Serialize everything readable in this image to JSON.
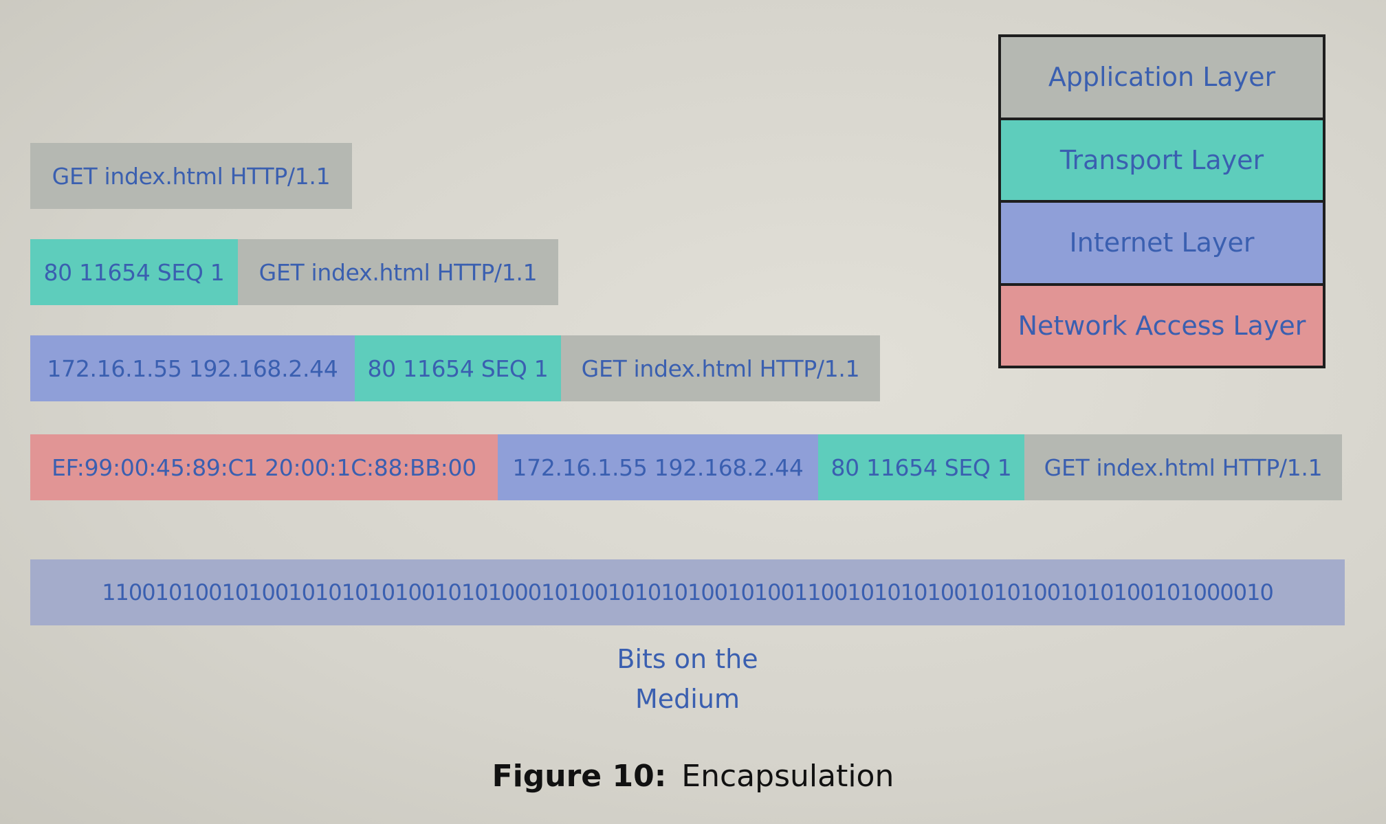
{
  "legend": {
    "application": "Application Layer",
    "transport": "Transport Layer",
    "internet": "Internet Layer",
    "network_access": "Network Access Layer"
  },
  "rows": {
    "application": {
      "app": "GET index.html HTTP/1.1"
    },
    "transport": {
      "tcp": "80 11654 SEQ 1",
      "app": "GET index.html HTTP/1.1"
    },
    "internet": {
      "ip": "172.16.1.55 192.168.2.44",
      "tcp": "80 11654 SEQ 1",
      "app": "GET index.html HTTP/1.1"
    },
    "network_access": {
      "mac": "EF:99:00:45:89:C1  20:00:1C:88:BB:00",
      "ip": "172.16.1.55 192.168.2.44",
      "tcp": "80 11654 SEQ 1",
      "app": "GET index.html HTTP/1.1"
    }
  },
  "bits": {
    "value": "1100101001010010101010100101010001010010101010010100110010101010010101001010100101000010",
    "label_line1": "Bits on the",
    "label_line2": "Medium"
  },
  "caption": {
    "label": "Figure 10:",
    "text": "Encapsulation"
  },
  "colors": {
    "application": "#b5b8b2",
    "transport": "#5ecdbc",
    "internet": "#8f9fd8",
    "network_access": "#e19595",
    "text": "#3a5fb0"
  }
}
